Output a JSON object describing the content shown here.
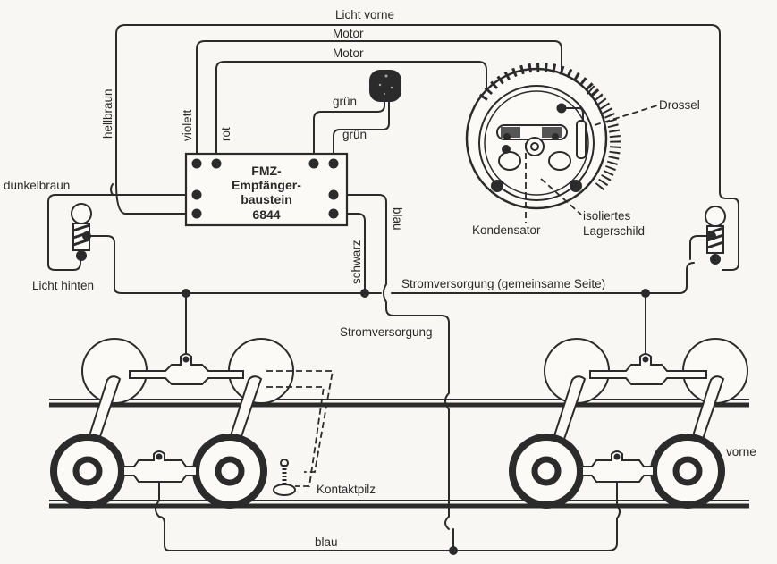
{
  "diagram": {
    "title": "FMZ-Empfängerbaustein 6844 Verdrahtungsplan",
    "module": {
      "line1": "FMZ-",
      "line2": "Empfänger-",
      "line3": "baustein",
      "line4": "6844"
    },
    "wires": {
      "licht_vorne": "Licht vorne",
      "motor1": "Motor",
      "motor2": "Motor",
      "hellbraun": "hellbraun",
      "violett": "violett",
      "rot": "rot",
      "gruen1": "grün",
      "gruen2": "grün",
      "dunkelbraun": "dunkelbraun",
      "schwarz": "schwarz",
      "blau_upper": "blau",
      "blau_lower": "blau",
      "strom_gemeinsam": "Stromversorgung (gemeinsame Seite)",
      "strom": "Stromversorgung"
    },
    "components": {
      "licht_hinten": "Licht hinten",
      "drossel": "Drossel",
      "kondensator": "Kondensator",
      "lagerschild_1": "isoliertes",
      "lagerschild_2": "Lagerschild",
      "kontaktpilz": "Kontaktpilz",
      "vorne": "vorne"
    }
  }
}
